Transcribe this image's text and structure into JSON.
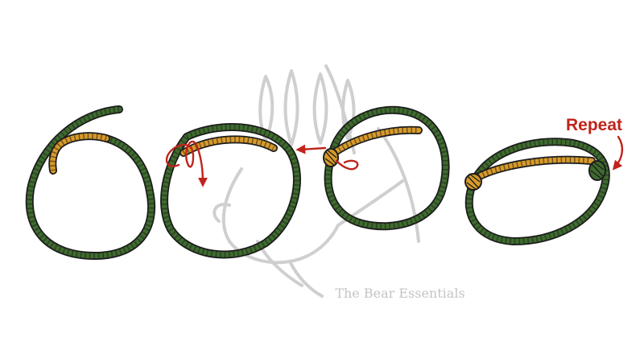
{
  "watermark": {
    "text": "The Bear Essentials",
    "color": "#c4c4c4"
  },
  "annotations": {
    "repeat_label": "Repeat",
    "arrow_color": "#c0241b"
  },
  "rope_colors": {
    "main_strand": "#3e6b2e",
    "second_strand": "#d89a2a",
    "outline": "#1c1c1c"
  },
  "steps": [
    {
      "name": "step-1",
      "icon": "rope-loop-open-icon"
    },
    {
      "name": "step-2",
      "icon": "rope-loop-wrap-icon"
    },
    {
      "name": "step-3",
      "icon": "rope-loop-first-knot-icon"
    },
    {
      "name": "step-4",
      "icon": "rope-loop-repeated-knots-icon"
    }
  ]
}
